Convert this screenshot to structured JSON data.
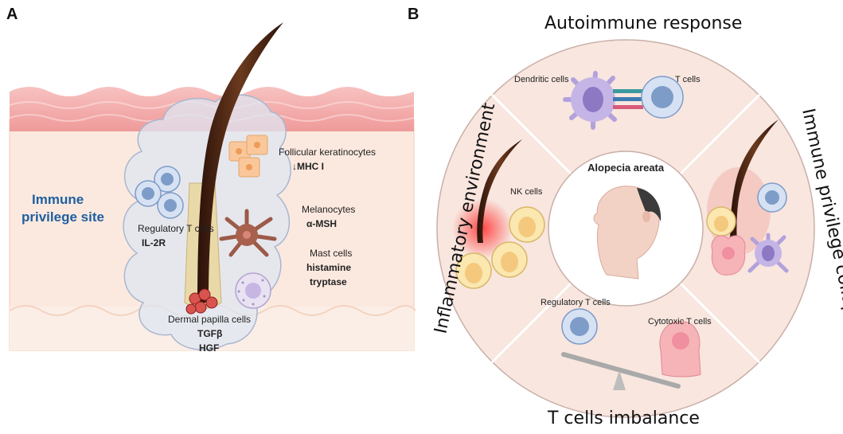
{
  "panel_a": {
    "letter": "A",
    "immune_site_line1": "Immune",
    "immune_site_line2": "privilege site",
    "keratinocytes_label": "Follicular keratinocytes",
    "keratinocytes_marker": "↓MHC I",
    "melanocytes_label": "Melanocytes",
    "melanocytes_marker": "α-MSH",
    "mast_label": "Mast cells",
    "mast_marker1": "histamine",
    "mast_marker2": "tryptase",
    "treg_label": "Regulatory T cells",
    "treg_marker": "IL-2R",
    "papilla_label": "Dermal papilla cells",
    "papilla_marker1": "TGFβ",
    "papilla_marker2": "HGF",
    "colors": {
      "site_text": "#1f5fa0",
      "skin": "#f2a3a3",
      "dermis": "#fbe9df"
    }
  },
  "panel_b": {
    "letter": "B",
    "center_title": "Alopecia areata",
    "top_arc": "Autoimmune response",
    "left_arc": "Inflammatory environment",
    "right_arc": "Immune privilege collapse",
    "bottom_arc": "T cells imbalance",
    "dendritic_label": "Dendritic cells",
    "tcells_label": "T cells",
    "nk_label": "NK cells",
    "treg_label": "Regulatory T cells",
    "cytotoxic_label": "Cytotoxic T cells",
    "colors": {
      "ring": "#f6e3dc",
      "ring_stroke": "#c9b0a8"
    }
  }
}
